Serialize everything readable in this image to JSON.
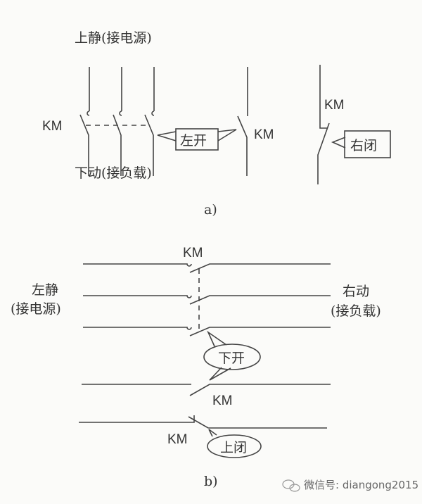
{
  "figure_a": {
    "top_label": "上静(接电源)",
    "bottom_label": "下动(接负载)",
    "km_label_1": "KM",
    "km_label_2": "KM",
    "km_label_3": "KM",
    "callout_left_open": "左开",
    "callout_right_closed": "右闭",
    "caption": "a)"
  },
  "figure_b": {
    "left_label": "左静",
    "left_sub": "(接电源)",
    "right_label": "右动",
    "right_sub": "(接负载)",
    "km_label_1": "KM",
    "km_label_2": "KM",
    "km_label_3": "KM",
    "callout_down_open": "下开",
    "callout_up_closed": "上闭",
    "caption": "b)"
  },
  "watermark": {
    "icon": "wechat-icon",
    "text": "微信号: diangong2015"
  },
  "colors": {
    "line": "#444444",
    "background": "#fbfbf9"
  }
}
